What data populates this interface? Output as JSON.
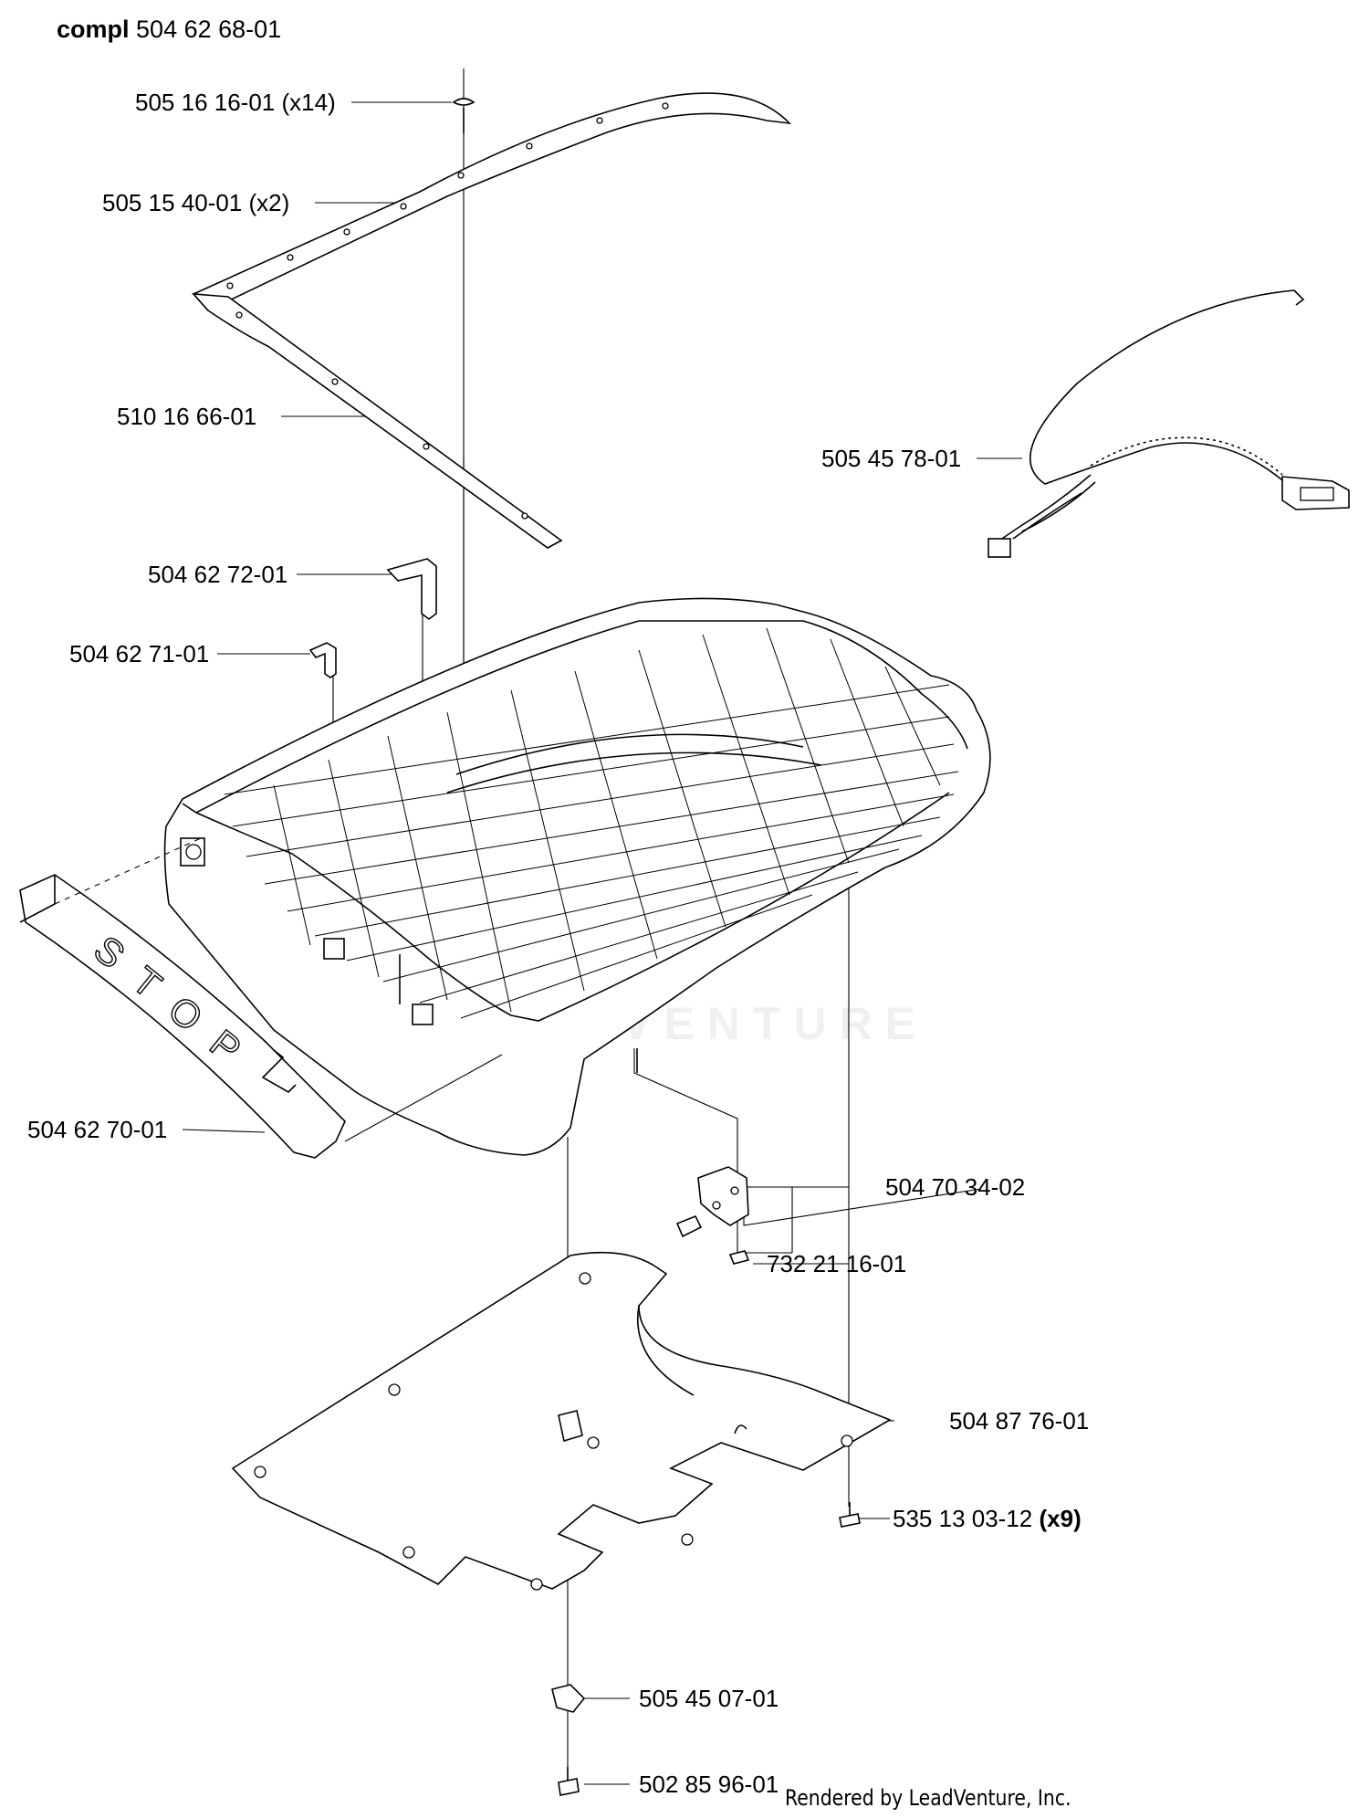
{
  "header": {
    "prefix": "compl",
    "part_number": "504 62 68-01"
  },
  "callouts": [
    {
      "id": "rivet",
      "part": "505 16 16-01",
      "qty": "(x14)",
      "qty_bold": false
    },
    {
      "id": "strip-front",
      "part": "505 15 40-01",
      "qty": "(x2)",
      "qty_bold": false
    },
    {
      "id": "strip-side",
      "part": "510 16 66-01",
      "qty": "",
      "qty_bold": false
    },
    {
      "id": "clip-large",
      "part": "504 62 72-01",
      "qty": "",
      "qty_bold": false
    },
    {
      "id": "clip-small",
      "part": "504 62 71-01",
      "qty": "",
      "qty_bold": false
    },
    {
      "id": "cable",
      "part": "505 45 78-01",
      "qty": "",
      "qty_bold": false
    },
    {
      "id": "stop-button",
      "part": "504 62 70-01",
      "qty": "",
      "qty_bold": false
    },
    {
      "id": "bracket",
      "part": "504 70 34-02",
      "qty": "",
      "qty_bold": false
    },
    {
      "id": "nut",
      "part": "732 21 16-01",
      "qty": "",
      "qty_bold": false
    },
    {
      "id": "base-plate",
      "part": "504 87 76-01",
      "qty": "",
      "qty_bold": false
    },
    {
      "id": "screw",
      "part": "535 13 03-12",
      "qty": "(x9)",
      "qty_bold": true
    },
    {
      "id": "cable-tie",
      "part": "505 45 07-01",
      "qty": "",
      "qty_bold": false
    },
    {
      "id": "bottom-screw",
      "part": "502 85 96-01",
      "qty": "",
      "qty_bold": false
    }
  ],
  "stop_label": "STOP",
  "watermark": "LEADVENTURE",
  "footer": {
    "credit": "Rendered by LeadVenture, Inc."
  }
}
